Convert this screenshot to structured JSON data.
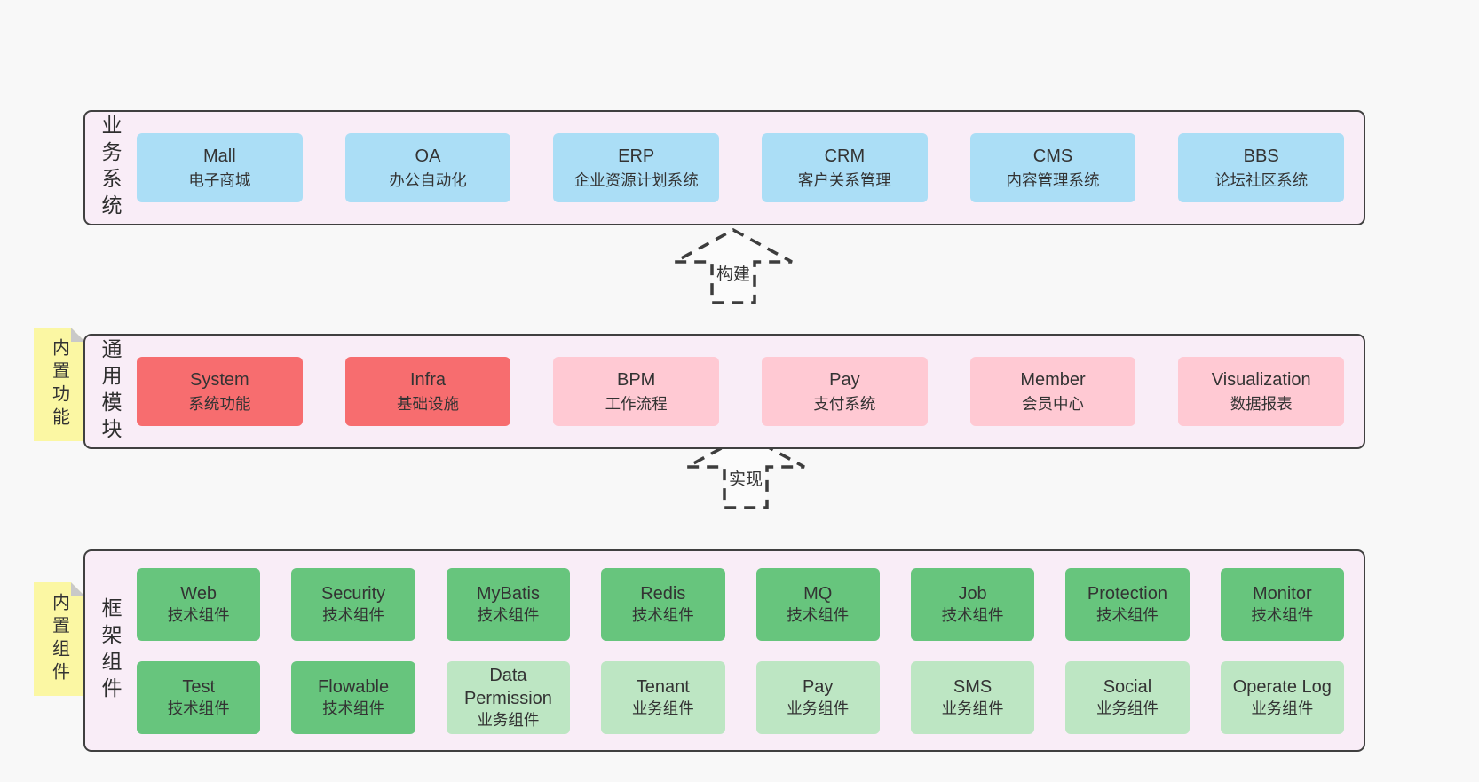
{
  "colors": {
    "page_background": "#f8f8f8",
    "panel_background": "#f9edf7",
    "panel_border": "#404040",
    "blue_box": "#abdef6",
    "red_box": "#f76d6f",
    "pink_box": "#ffc9d3",
    "green_box": "#67c57d",
    "light_green_box": "#bde6c3",
    "sticky_yellow": "#fbf7a3",
    "fold_gray": "#c9c9c9",
    "text": "#333333"
  },
  "arrows": [
    {
      "label": "构建"
    },
    {
      "label": "实现"
    }
  ],
  "sticky_notes": [
    {
      "text": "内置功能"
    },
    {
      "text": "内置组件"
    }
  ],
  "panels": [
    {
      "side_label": "业务系统",
      "boxes": [
        {
          "name": "Mall",
          "subtitle": "电子商城",
          "variant": "blue"
        },
        {
          "name": "OA",
          "subtitle": "办公自动化",
          "variant": "blue"
        },
        {
          "name": "ERP",
          "subtitle": "企业资源计划系统",
          "variant": "blue"
        },
        {
          "name": "CRM",
          "subtitle": "客户关系管理",
          "variant": "blue"
        },
        {
          "name": "CMS",
          "subtitle": "内容管理系统",
          "variant": "blue"
        },
        {
          "name": "BBS",
          "subtitle": "论坛社区系统",
          "variant": "blue"
        }
      ]
    },
    {
      "side_label": "通用模块",
      "boxes": [
        {
          "name": "System",
          "subtitle": "系统功能",
          "variant": "red"
        },
        {
          "name": "Infra",
          "subtitle": "基础设施",
          "variant": "red"
        },
        {
          "name": "BPM",
          "subtitle": "工作流程",
          "variant": "pink"
        },
        {
          "name": "Pay",
          "subtitle": "支付系统",
          "variant": "pink"
        },
        {
          "name": "Member",
          "subtitle": "会员中心",
          "variant": "pink"
        },
        {
          "name": "Visualization",
          "subtitle": "数据报表",
          "variant": "pink"
        }
      ]
    },
    {
      "side_label": "框架组件",
      "rows": [
        {
          "boxes": [
            {
              "name": "Web",
              "subtitle": "技术组件",
              "variant": "green"
            },
            {
              "name": "Security",
              "subtitle": "技术组件",
              "variant": "green"
            },
            {
              "name": "MyBatis",
              "subtitle": "技术组件",
              "variant": "green"
            },
            {
              "name": "Redis",
              "subtitle": "技术组件",
              "variant": "green"
            },
            {
              "name": "MQ",
              "subtitle": "技术组件",
              "variant": "green"
            },
            {
              "name": "Job",
              "subtitle": "技术组件",
              "variant": "green"
            },
            {
              "name": "Protection",
              "subtitle": "技术组件",
              "variant": "green"
            },
            {
              "name": "Monitor",
              "subtitle": "技术组件",
              "variant": "green"
            }
          ]
        },
        {
          "boxes": [
            {
              "name": "Test",
              "subtitle": "技术组件",
              "variant": "green"
            },
            {
              "name": "Flowable",
              "subtitle": "技术组件",
              "variant": "green"
            },
            {
              "name": "Data Permission",
              "subtitle": "业务组件",
              "variant": "light-green"
            },
            {
              "name": "Tenant",
              "subtitle": "业务组件",
              "variant": "light-green"
            },
            {
              "name": "Pay",
              "subtitle": "业务组件",
              "variant": "light-green"
            },
            {
              "name": "SMS",
              "subtitle": "业务组件",
              "variant": "light-green"
            },
            {
              "name": "Social",
              "subtitle": "业务组件",
              "variant": "light-green"
            },
            {
              "name": "Operate Log",
              "subtitle": "业务组件",
              "variant": "light-green"
            }
          ]
        }
      ]
    }
  ]
}
